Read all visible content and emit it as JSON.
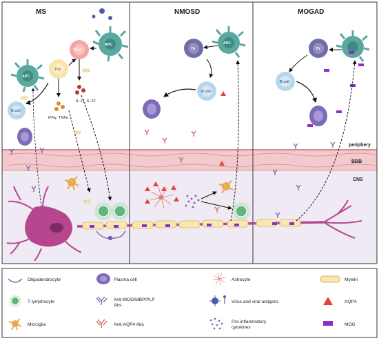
{
  "panels": {
    "ms": "MS",
    "nmosd": "NMOSD",
    "mogad": "MOGAD"
  },
  "zones": {
    "periphery": "periphery",
    "bbb": "BBB",
    "cns": "CNS"
  },
  "cells": {
    "apc": "APC",
    "th": "Th",
    "th1": "Th1",
    "th17": "Th17",
    "b_cell": "B cell"
  },
  "cytokines": {
    "il": "IL-17, IL-22",
    "ifn": "IFNγ, TNFα"
  },
  "legend": [
    {
      "label": "Oligodendrocyte",
      "icon": "oligodendrocyte-icon"
    },
    {
      "label": "Plasma cell",
      "icon": "plasma-cell-icon"
    },
    {
      "label": "Astrocyte",
      "icon": "astrocyte-icon"
    },
    {
      "label": "Myelin",
      "icon": "myelin-icon"
    },
    {
      "label": "T lymphocyte",
      "icon": "t-lymphocyte-icon"
    },
    {
      "label": "Anti-MOG/MBP/PLP",
      "label2": "Abs",
      "icon": "antibody-purple-icon"
    },
    {
      "label": "Virus and viral antigens",
      "icon": "virus-icon"
    },
    {
      "label": "AQP4",
      "icon": "aqp4-triangle-icon"
    },
    {
      "label": "Microglia",
      "icon": "microglia-icon"
    },
    {
      "label": "Anti-AQP4 Abs",
      "icon": "antibody-red-icon"
    },
    {
      "label": "Pro-inflammatory",
      "label2": "cytokines",
      "icon": "cytokines-icon"
    },
    {
      "label": "MOG",
      "icon": "mog-rect-icon"
    }
  ],
  "colors": {
    "cns_bg": "#efeaf3",
    "bbb": "#f2c9cc",
    "apc": "#5aa8a0",
    "th": "#6f6fa6",
    "th17": "#f4a6a2",
    "th1": "#f8e3a8",
    "b_cell": "#b9d7ea",
    "plasma": "#7d6bb3",
    "aqp4": "#e3443a",
    "mog": "#8b2fc9",
    "myelin": "#f9e7b0",
    "neuron": "#b6478f",
    "tlymph": "#62b57a"
  }
}
